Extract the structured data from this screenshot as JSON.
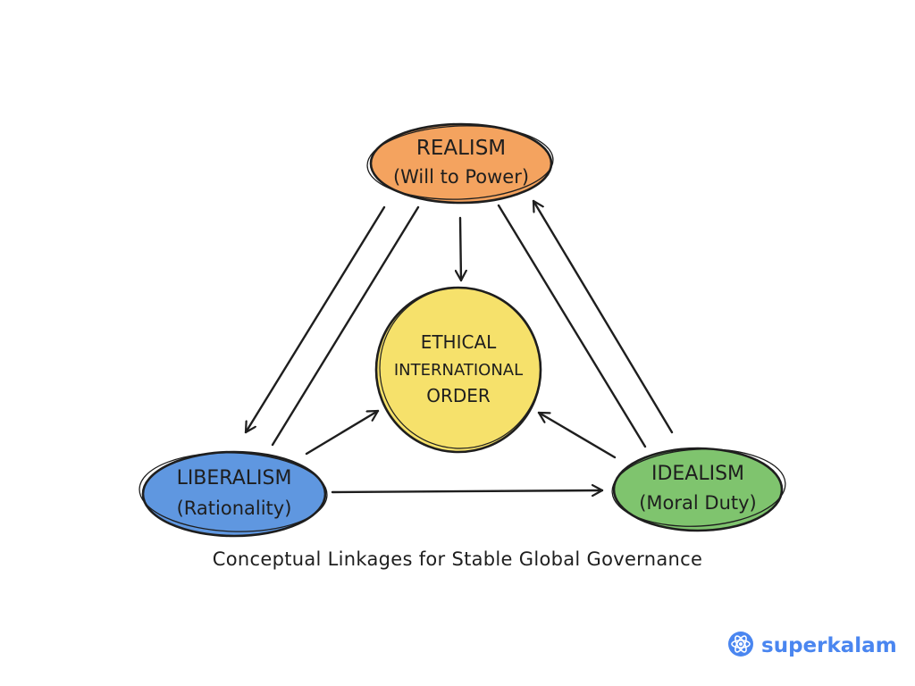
{
  "nodes": {
    "realism": {
      "title": "REALISM",
      "subtitle": "(Will to Power)",
      "fill": "#f4a35f"
    },
    "liberalism": {
      "title": "LIBERALISM",
      "subtitle": "(Rationality)",
      "fill": "#5f97e0"
    },
    "idealism": {
      "title": "IDEALISM",
      "subtitle": "(Moral Duty)",
      "fill": "#7fc46e"
    },
    "center": {
      "line1": "ETHICAL",
      "line2": "INTERNATIONAL",
      "line3": "ORDER",
      "fill": "#f6e16b"
    }
  },
  "caption": "Conceptual Linkages for Stable Global Governance",
  "brand": {
    "name": "superkalam",
    "icon": "atom-icon",
    "color": "#4a86f0"
  },
  "stroke_color": "#1e1e1e"
}
